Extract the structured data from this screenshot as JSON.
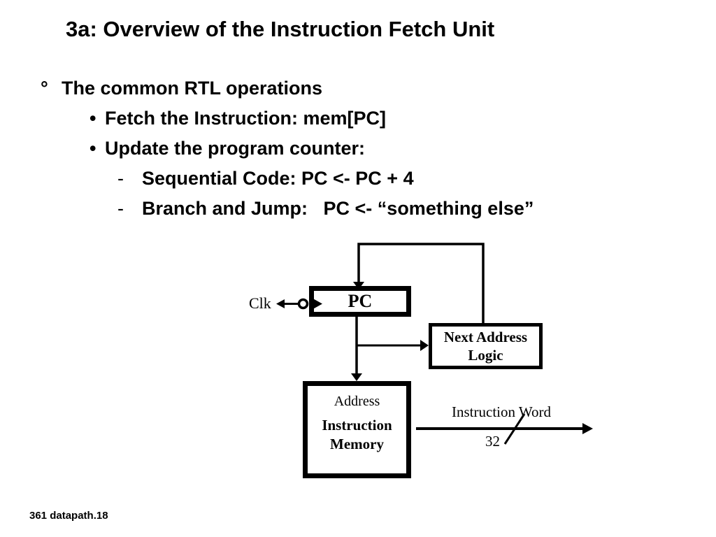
{
  "slide": {
    "title": "3a: Overview of the Instruction Fetch Unit",
    "bullets": [
      {
        "marker": "°",
        "text": "The common RTL operations"
      },
      {
        "marker": "•",
        "text": "Fetch the Instruction: mem[PC]"
      },
      {
        "marker": "•",
        "text": "Update the program counter:"
      },
      {
        "marker": "-",
        "text": "Sequential Code: PC <- PC + 4"
      },
      {
        "marker": "-",
        "text": "Branch and Jump:   PC <- “something else”"
      }
    ],
    "footer": "361 datapath.18"
  },
  "diagram": {
    "clk_label": "Clk",
    "pc_label": "PC",
    "next_address_logic_line1": "Next Address",
    "next_address_logic_line2": "Logic",
    "instruction_memory_port_label": "Address",
    "instruction_memory_line1": "Instruction",
    "instruction_memory_line2": "Memory",
    "output_bus_label": "Instruction Word",
    "output_bus_width": "32"
  },
  "colors": {
    "background": "#ffffff",
    "ink": "#000000"
  }
}
